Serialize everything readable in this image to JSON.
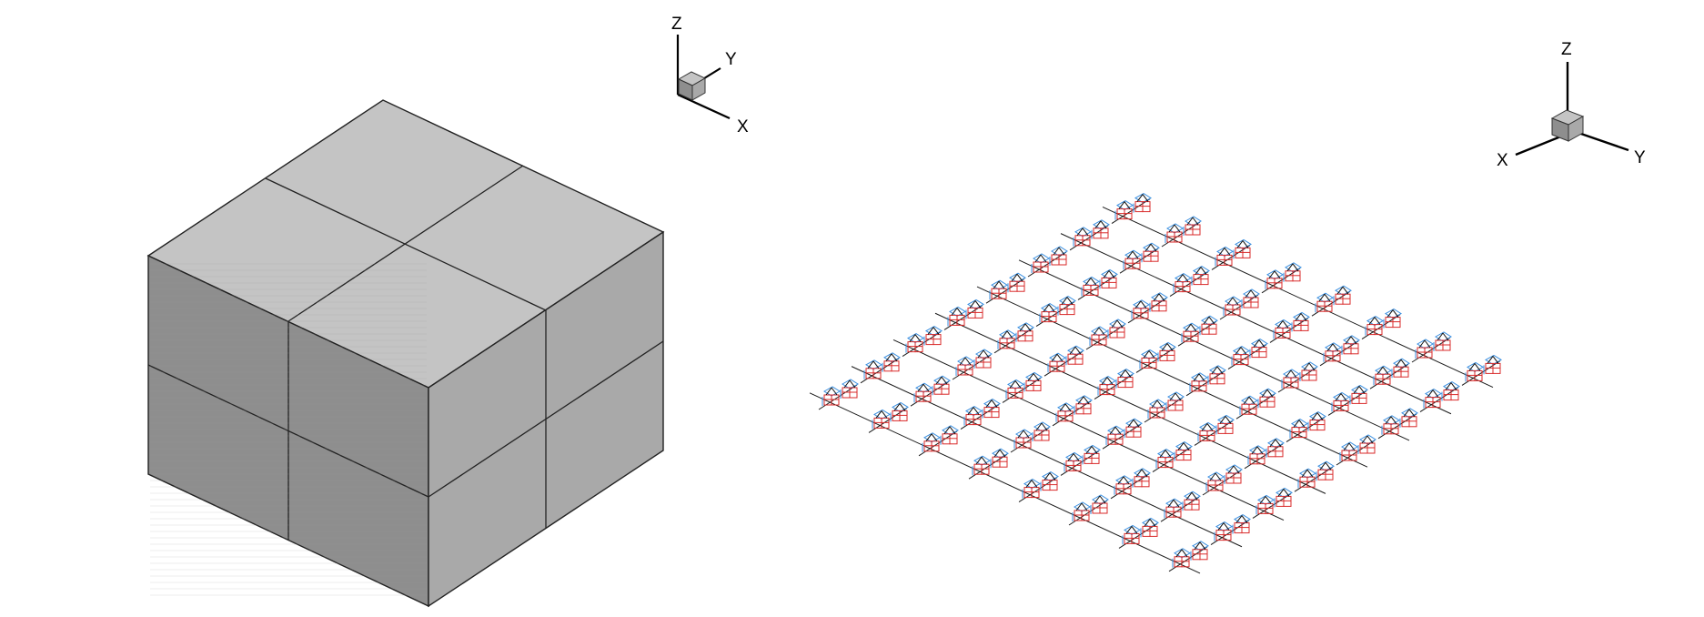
{
  "colors": {
    "background": "#ffffff",
    "cube_top": "#c4c4c4",
    "cube_left": "#8e8e8e",
    "cube_right": "#a9a9a9",
    "edge": "#222222",
    "grid_line": "#1a1a1a",
    "unit_red": "#d92a2a",
    "unit_blue": "#3a8fe0",
    "unit_dark": "#111111"
  },
  "left_panel": {
    "triad": {
      "x_label": "X",
      "y_label": "Y",
      "z_label": "Z"
    },
    "block": {
      "divisions": 2
    }
  },
  "right_panel": {
    "triad": {
      "x_label": "X",
      "y_label": "Y",
      "z_label": "Z"
    },
    "grid": {
      "rows": 8,
      "cols": 8
    }
  }
}
